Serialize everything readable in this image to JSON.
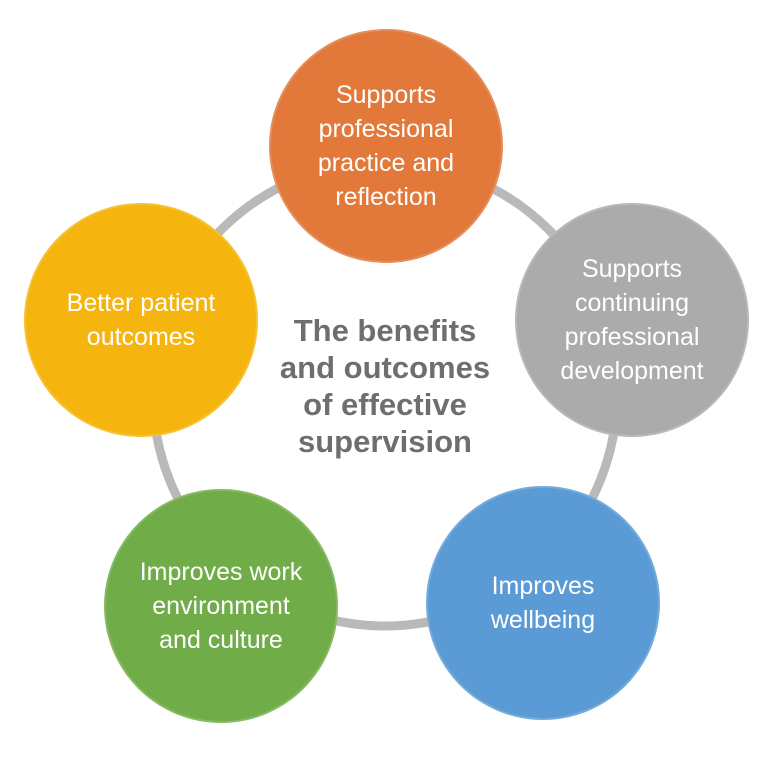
{
  "diagram": {
    "title": "The benefits\nand outcomes\nof effective\nsupervision",
    "title_color": "#6E6E6E",
    "ring_color": "#B9B9B9",
    "background_color": "#FFFFFF",
    "text_color": "#FFFFFF",
    "nodes": [
      {
        "id": "supports-professional-practice",
        "label": "Supports\nprofessional\npractice and\nreflection",
        "color": "#E2793B",
        "position": "top"
      },
      {
        "id": "supports-continuing-professional-development",
        "label": "Supports\ncontinuing\nprofessional\ndevelopment",
        "color": "#ABABAB",
        "position": "upper-right"
      },
      {
        "id": "improves-wellbeing",
        "label": "Improves\nwellbeing",
        "color": "#5B9BD5",
        "position": "lower-right"
      },
      {
        "id": "improves-work-environment",
        "label": "Improves work\nenvironment\nand culture",
        "color": "#70AC47",
        "position": "lower-left"
      },
      {
        "id": "better-patient-outcomes",
        "label": "Better patient\noutcomes",
        "color": "#F6B50E",
        "position": "upper-left"
      }
    ]
  }
}
